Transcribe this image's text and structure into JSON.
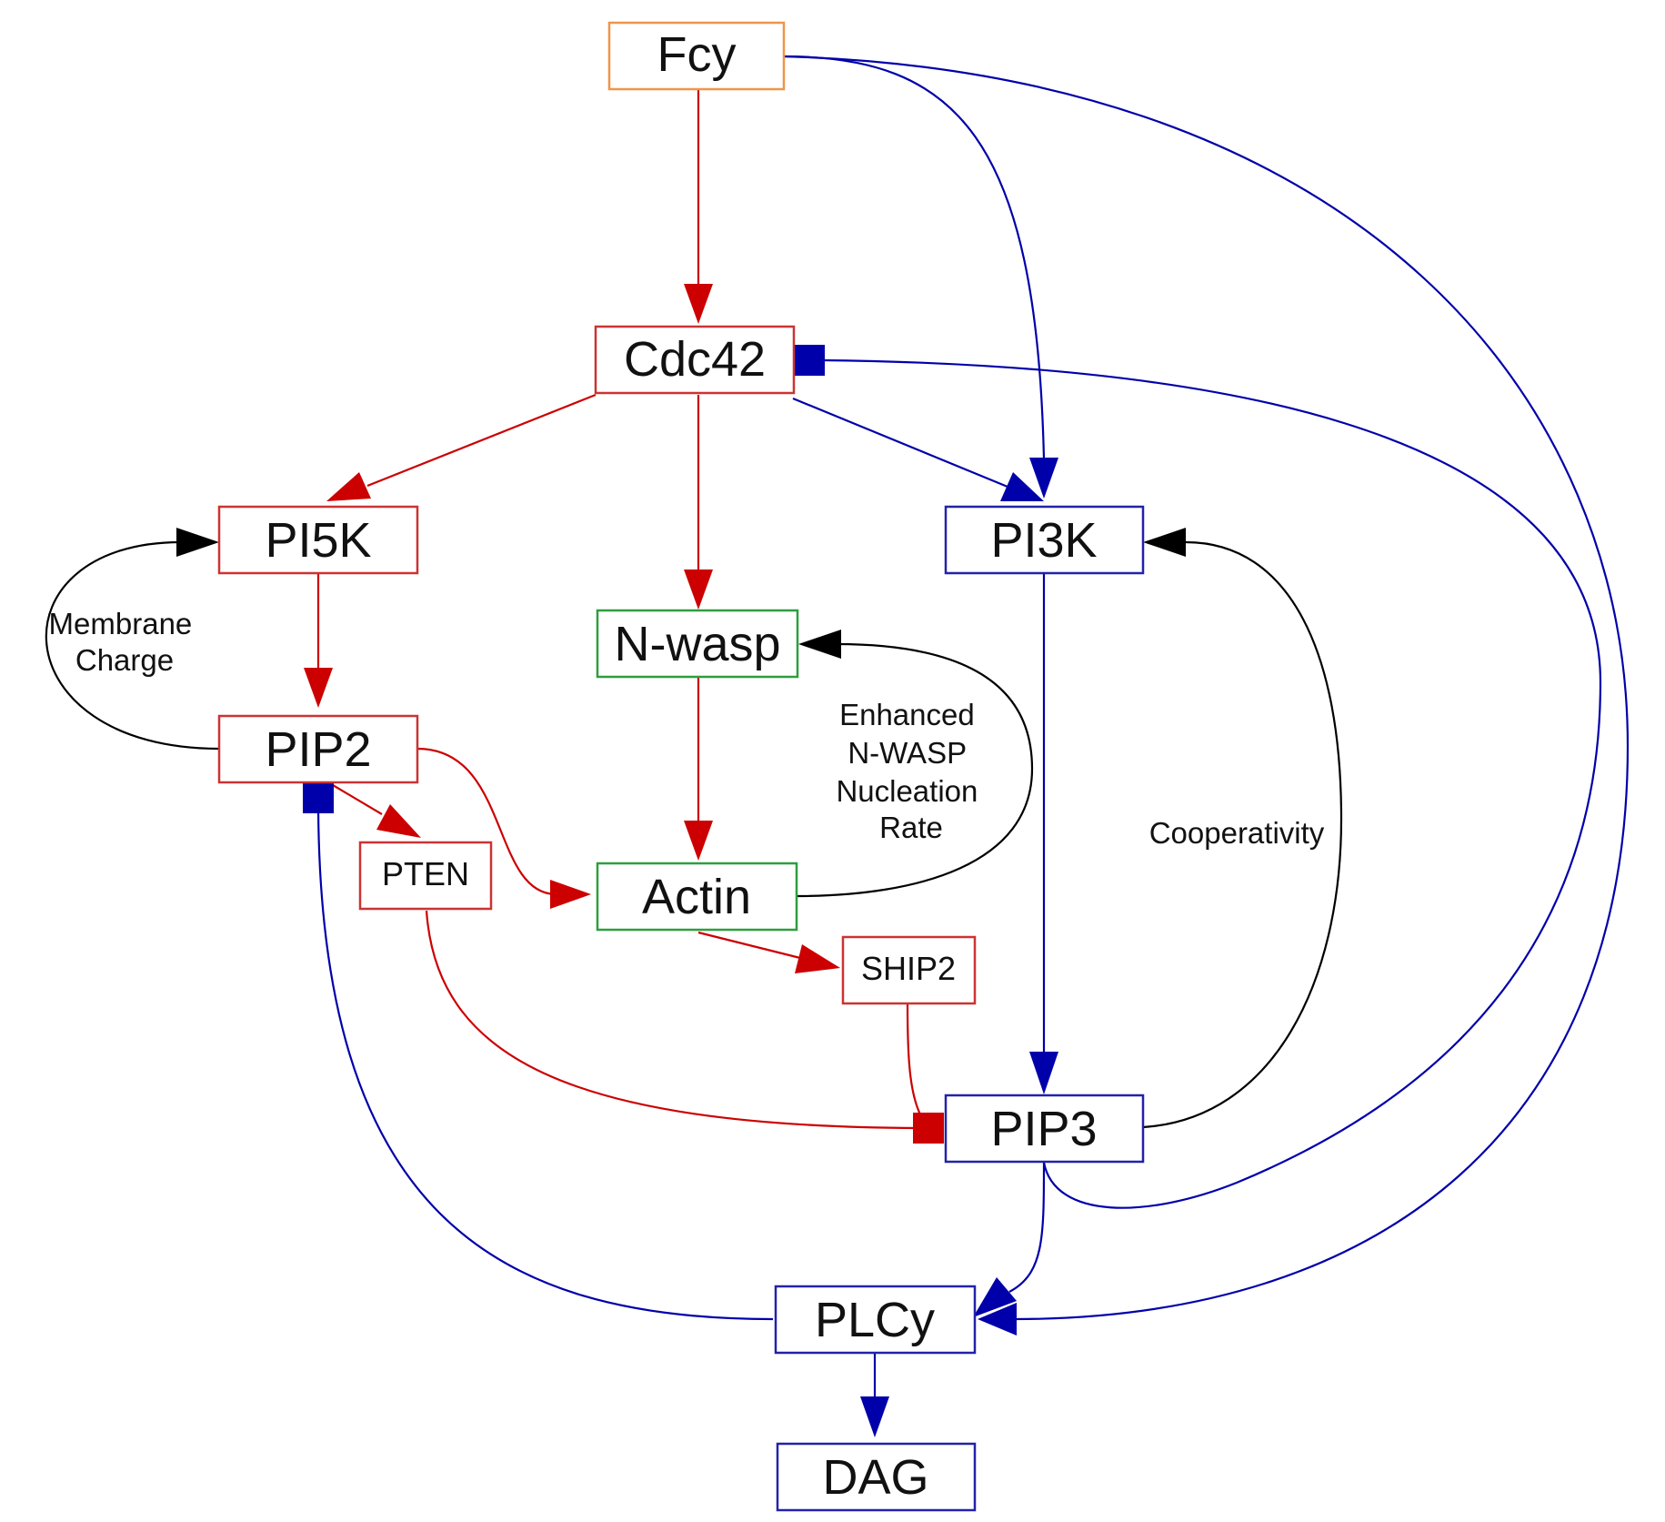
{
  "colors": {
    "orange": "#f0954a",
    "red": "#cc0000",
    "green": "#2e9e3e",
    "blue": "#0000aa",
    "black": "#000000"
  },
  "nodes": {
    "fcy": "Fcy",
    "cdc42": "Cdc42",
    "pi5k": "PI5K",
    "pi3k": "PI3K",
    "nwasp": "N-wasp",
    "pip2": "PIP2",
    "pten": "PTEN",
    "actin": "Actin",
    "ship2": "SHIP2",
    "pip3": "PIP3",
    "plcy": "PLCy",
    "dag": "DAG"
  },
  "edge_labels": {
    "membrane_charge": [
      "Membrane",
      "Charge"
    ],
    "nwasp_nucleation": [
      "Enhanced",
      "N-WASP",
      "Nucleation",
      "Rate"
    ],
    "cooperativity": "Cooperativity"
  },
  "edges": [
    {
      "from": "fcy",
      "to": "cdc42",
      "kind": "activate",
      "color": "red"
    },
    {
      "from": "fcy",
      "to": "pi3k",
      "kind": "activate",
      "color": "blue"
    },
    {
      "from": "fcy",
      "to": "plcy",
      "kind": "activate",
      "color": "blue"
    },
    {
      "from": "cdc42",
      "to": "pi5k",
      "kind": "activate",
      "color": "red"
    },
    {
      "from": "cdc42",
      "to": "nwasp",
      "kind": "activate",
      "color": "red"
    },
    {
      "from": "cdc42",
      "to": "pi3k",
      "kind": "activate",
      "color": "blue"
    },
    {
      "from": "pip3",
      "to": "cdc42",
      "kind": "inhibit",
      "color": "blue"
    },
    {
      "from": "pi5k",
      "to": "pip2",
      "kind": "activate",
      "color": "red"
    },
    {
      "from": "pip2",
      "to": "pi5k",
      "kind": "feedback",
      "color": "black",
      "label": "membrane_charge"
    },
    {
      "from": "pip2",
      "to": "pten",
      "kind": "activate",
      "color": "red"
    },
    {
      "from": "pip2",
      "to": "actin",
      "kind": "activate",
      "color": "red"
    },
    {
      "from": "nwasp",
      "to": "actin",
      "kind": "activate",
      "color": "red"
    },
    {
      "from": "actin",
      "to": "nwasp",
      "kind": "feedback",
      "color": "black",
      "label": "nwasp_nucleation"
    },
    {
      "from": "actin",
      "to": "ship2",
      "kind": "activate",
      "color": "red"
    },
    {
      "from": "pten",
      "to": "pip3",
      "kind": "inhibit",
      "color": "red"
    },
    {
      "from": "ship2",
      "to": "pip3",
      "kind": "inhibit",
      "color": "red"
    },
    {
      "from": "pi3k",
      "to": "pip3",
      "kind": "activate",
      "color": "blue"
    },
    {
      "from": "pip3",
      "to": "pi3k",
      "kind": "feedback",
      "color": "black",
      "label": "cooperativity"
    },
    {
      "from": "pip3",
      "to": "plcy",
      "kind": "activate",
      "color": "blue"
    },
    {
      "from": "plcy",
      "to": "pip2",
      "kind": "inhibit",
      "color": "blue"
    },
    {
      "from": "plcy",
      "to": "dag",
      "kind": "activate",
      "color": "blue"
    }
  ]
}
